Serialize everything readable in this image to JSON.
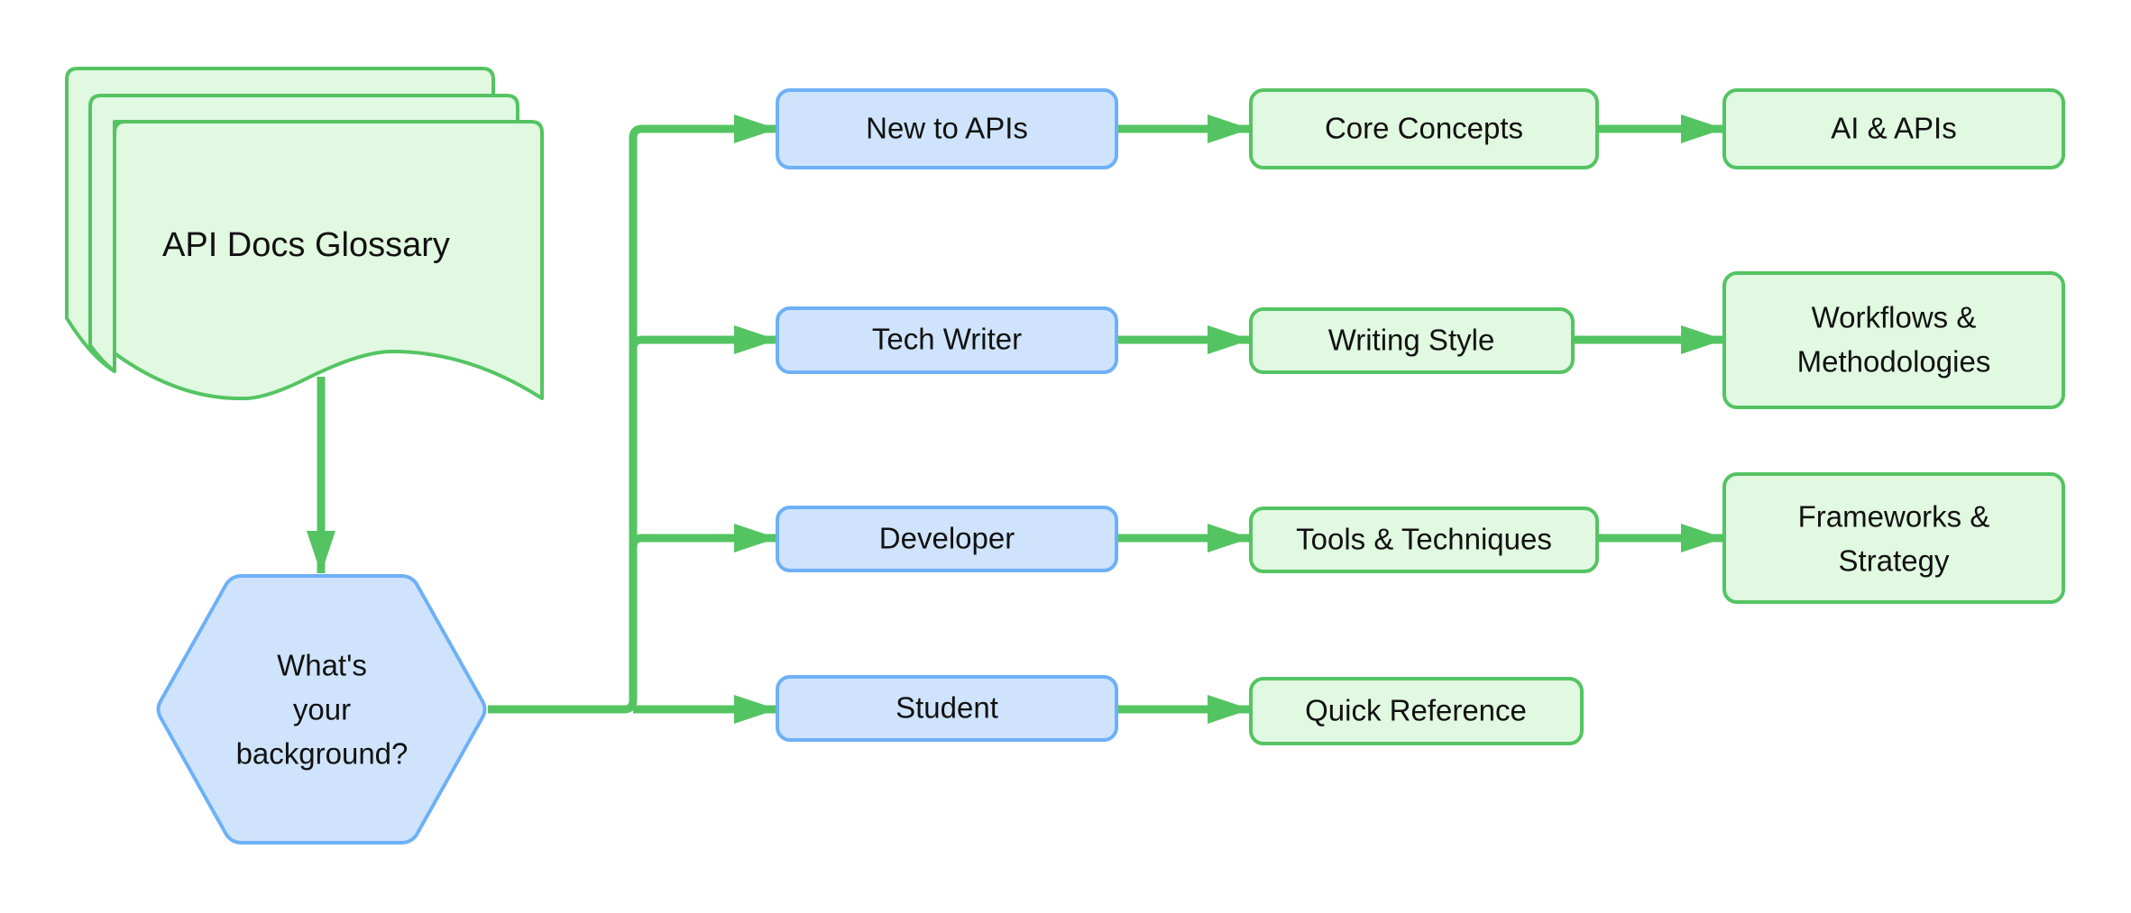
{
  "colors": {
    "green_stroke": "#54c462",
    "green_fill": "#e1f8e1",
    "blue_stroke": "#6eb0f7",
    "blue_fill": "#cfe4fc",
    "text": "#111111",
    "background": "#ffffff"
  },
  "start": {
    "label": "API Docs Glossary",
    "shape": "multi-document"
  },
  "decision": {
    "lines": [
      "What's",
      "your",
      "background?"
    ],
    "shape": "hexagon"
  },
  "paths": [
    {
      "audience": "New to APIs",
      "steps": [
        {
          "lines": [
            "Core Concepts"
          ]
        },
        {
          "lines": [
            "AI & APIs"
          ]
        }
      ]
    },
    {
      "audience": "Tech Writer",
      "steps": [
        {
          "lines": [
            "Writing Style"
          ]
        },
        {
          "lines": [
            "Workflows &",
            "Methodologies"
          ]
        }
      ]
    },
    {
      "audience": "Developer",
      "steps": [
        {
          "lines": [
            "Tools & Techniques"
          ]
        },
        {
          "lines": [
            "Frameworks &",
            "Strategy"
          ]
        }
      ]
    },
    {
      "audience": "Student",
      "steps": [
        {
          "lines": [
            "Quick Reference"
          ]
        }
      ]
    }
  ],
  "edges": [
    {
      "from": "API Docs Glossary",
      "to": "What's your background?"
    },
    {
      "from": "What's your background?",
      "to": "New to APIs"
    },
    {
      "from": "What's your background?",
      "to": "Tech Writer"
    },
    {
      "from": "What's your background?",
      "to": "Developer"
    },
    {
      "from": "What's your background?",
      "to": "Student"
    },
    {
      "from": "New to APIs",
      "to": "Core Concepts"
    },
    {
      "from": "Core Concepts",
      "to": "AI & APIs"
    },
    {
      "from": "Tech Writer",
      "to": "Writing Style"
    },
    {
      "from": "Writing Style",
      "to": "Workflows & Methodologies"
    },
    {
      "from": "Developer",
      "to": "Tools & Techniques"
    },
    {
      "from": "Tools & Techniques",
      "to": "Frameworks & Strategy"
    },
    {
      "from": "Student",
      "to": "Quick Reference"
    }
  ]
}
